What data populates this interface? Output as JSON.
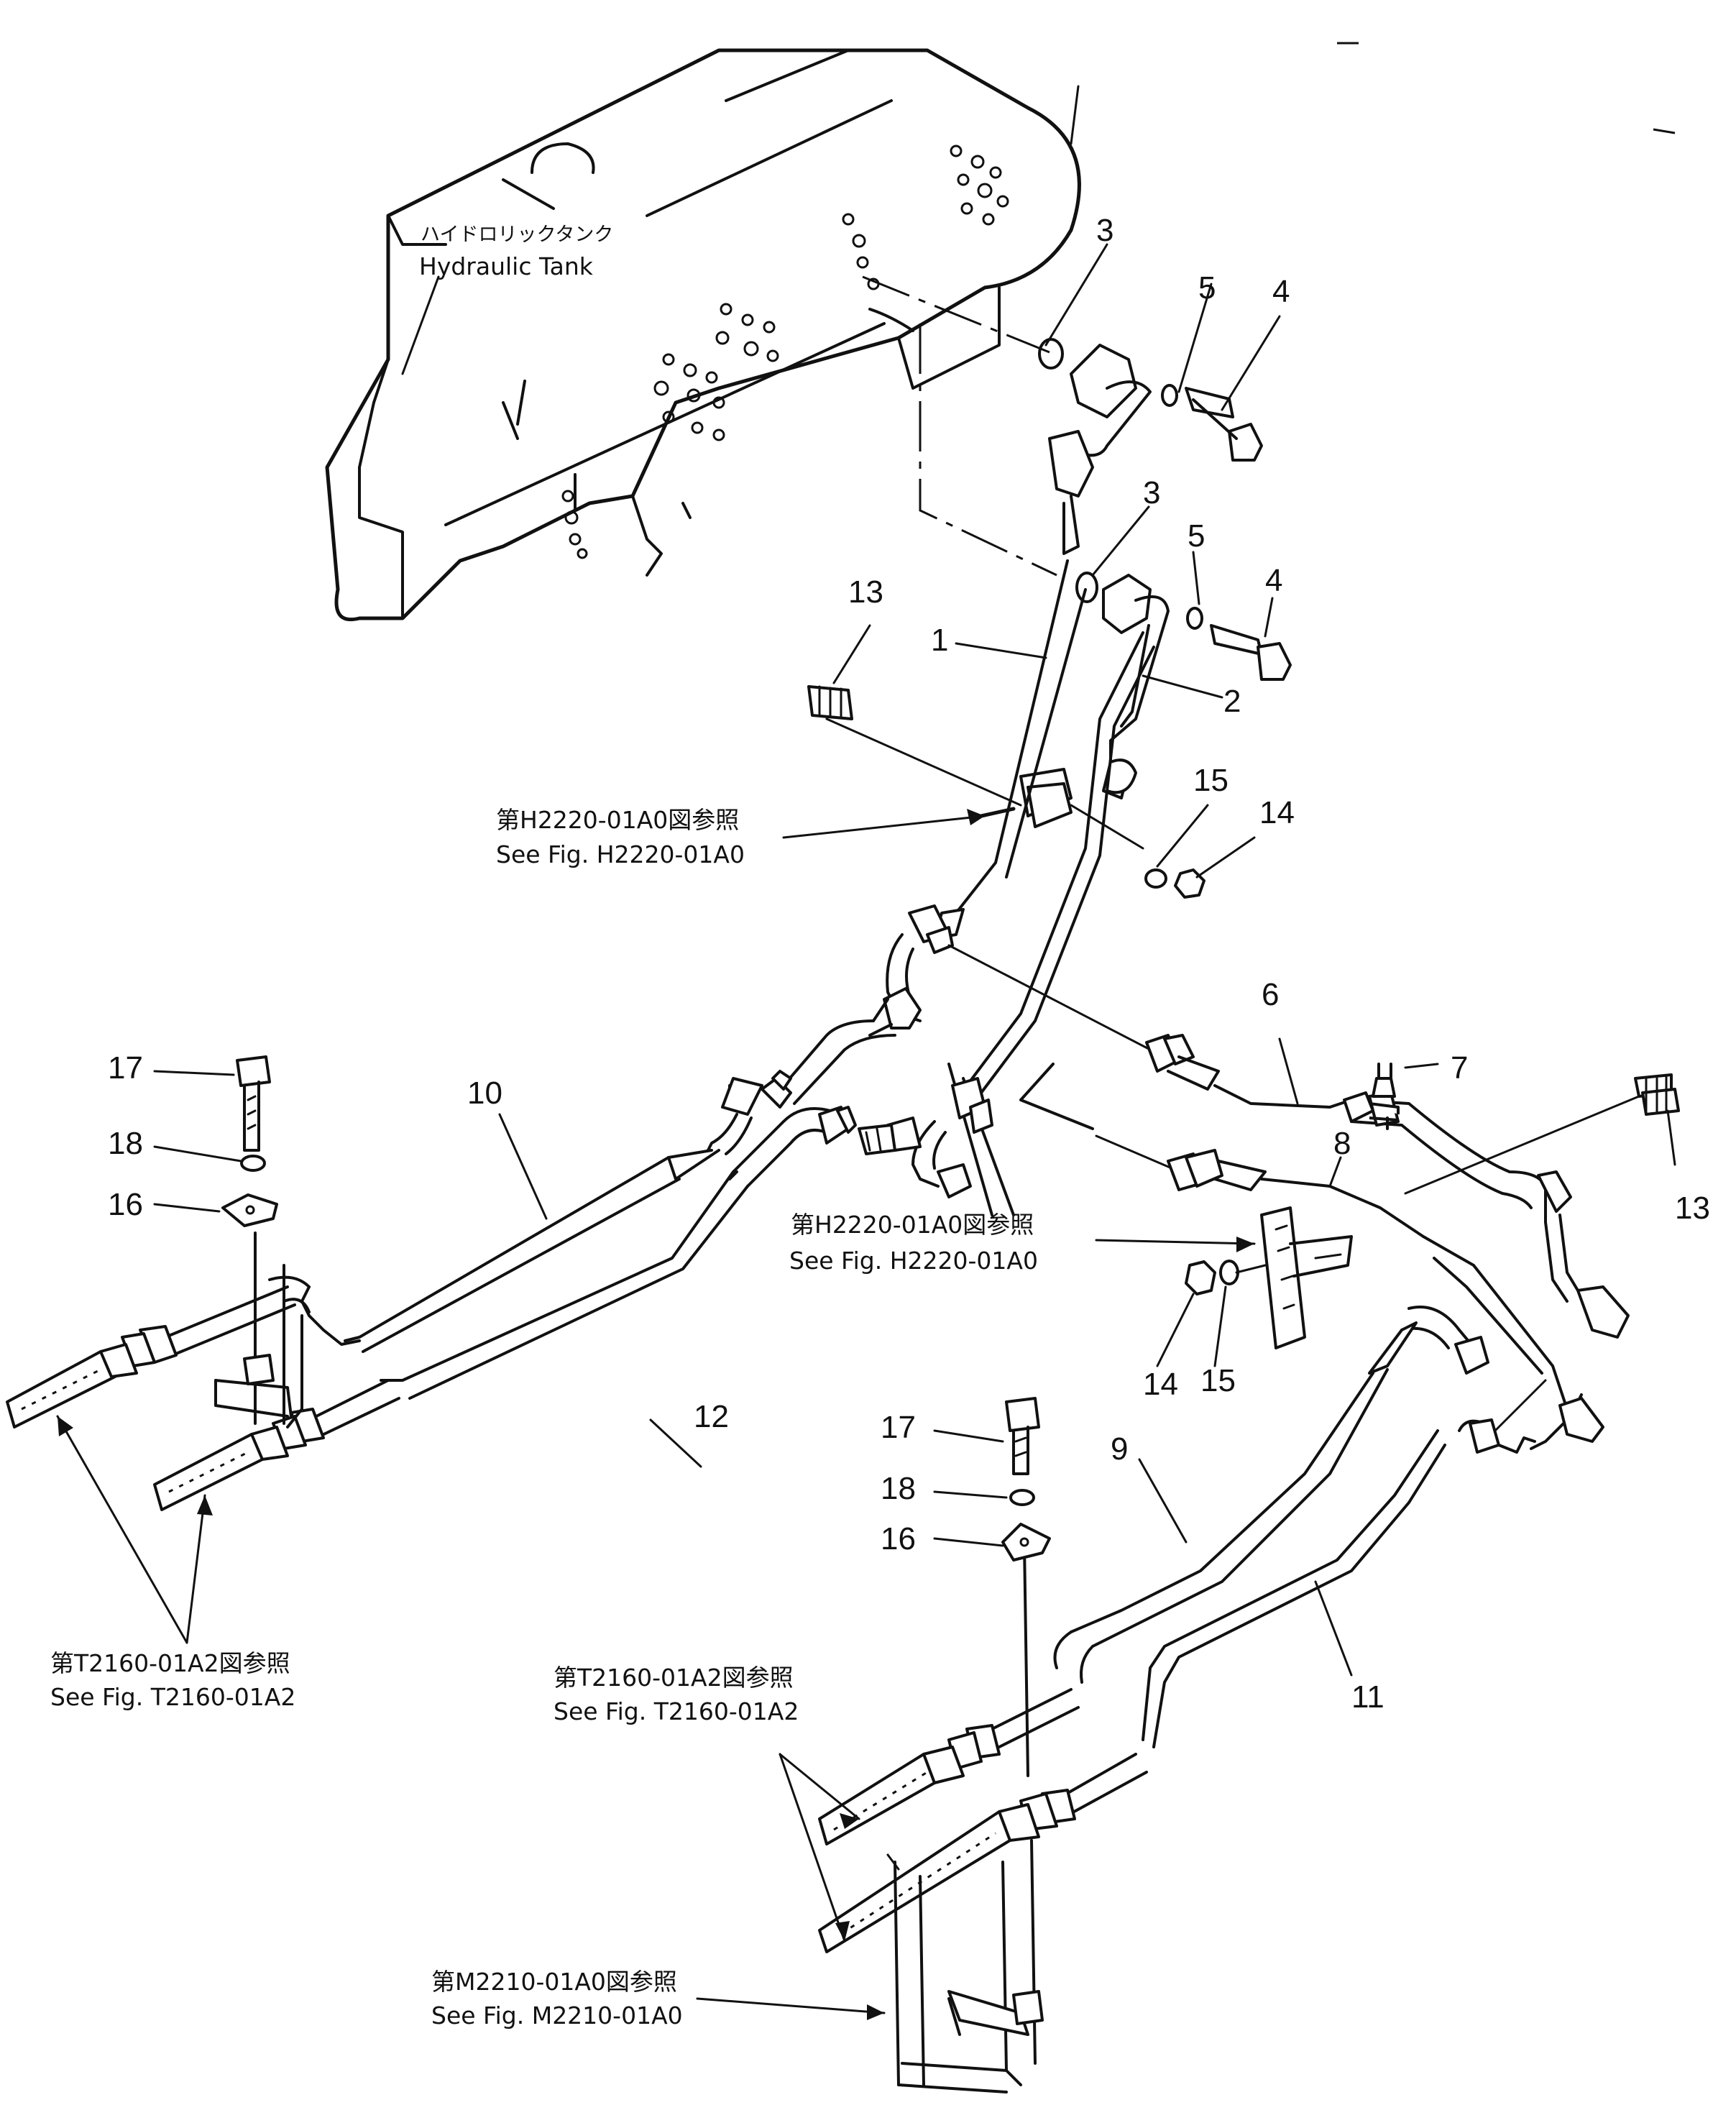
{
  "labels": {
    "tank_jp": "ハイドロリックタンク",
    "tank_en": "Hydraulic  Tank",
    "ref_h2220_jp": "第H2220-01A0図参照",
    "ref_h2220_en": "See Fig. H2220-01A0",
    "ref_t2160_jp": "第T2160-01A2図参照",
    "ref_t2160_en": "See Fig. T2160-01A2",
    "ref_m2210_jp": "第M2210-01A0図参照",
    "ref_m2210_en": "See Fig. M2210-01A0"
  },
  "part_numbers": {
    "p1": "1",
    "p2": "2",
    "p3": "3",
    "p4": "4",
    "p5": "5",
    "p6": "6",
    "p7": "7",
    "p8": "8",
    "p9": "9",
    "p10": "10",
    "p11": "11",
    "p12": "12",
    "p13": "13",
    "p14": "14",
    "p15": "15",
    "p16": "16",
    "p17": "17",
    "p18": "18"
  }
}
